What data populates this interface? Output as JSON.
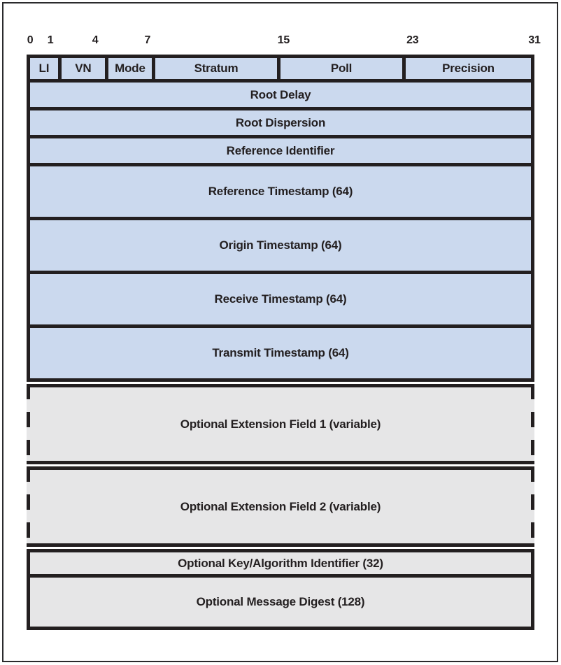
{
  "figure": {
    "colors": {
      "ink": "#231f20",
      "required_fill": "#cbd9ee",
      "optional_fill": "#e6e6e7",
      "background": "#ffffff"
    },
    "bit_ruler": [
      {
        "text": "0",
        "pct": 0.7
      },
      {
        "text": "1",
        "pct": 4.7
      },
      {
        "text": "4",
        "pct": 13.5
      },
      {
        "text": "7",
        "pct": 23.8
      },
      {
        "text": "15",
        "pct": 50.6
      },
      {
        "text": "23",
        "pct": 76.0
      },
      {
        "text": "31",
        "pct": 100.0
      }
    ],
    "header_fields": [
      {
        "label": "LI",
        "bits": 2
      },
      {
        "label": "VN",
        "bits": 3
      },
      {
        "label": "Mode",
        "bits": 3
      },
      {
        "label": "Stratum",
        "bits": 8
      },
      {
        "label": "Poll",
        "bits": 8
      },
      {
        "label": "Precision",
        "bits": 8
      }
    ],
    "rows": [
      {
        "label": "Root Delay",
        "size": "word",
        "optional": false,
        "dashed": false,
        "gap_before": false
      },
      {
        "label": "Root Dispersion",
        "size": "word",
        "optional": false,
        "dashed": false,
        "gap_before": false
      },
      {
        "label": "Reference Identifier",
        "size": "word",
        "optional": false,
        "dashed": false,
        "gap_before": false
      },
      {
        "label": "Reference Timestamp (64)",
        "size": "dword",
        "optional": false,
        "dashed": false,
        "gap_before": false
      },
      {
        "label": "Origin Timestamp (64)",
        "size": "dword",
        "optional": false,
        "dashed": false,
        "gap_before": false
      },
      {
        "label": "Receive Timestamp (64)",
        "size": "dword",
        "optional": false,
        "dashed": false,
        "gap_before": false
      },
      {
        "label": "Transmit Timestamp (64)",
        "size": "dword",
        "optional": false,
        "dashed": false,
        "gap_before": false
      },
      {
        "label": "Optional Extension Field 1 (variable)",
        "size": "variable",
        "optional": true,
        "dashed": true,
        "gap_before": true
      },
      {
        "label": "Optional Extension Field 2 (variable)",
        "size": "variable",
        "optional": true,
        "dashed": true,
        "gap_before": true
      },
      {
        "label": "Optional Key/Algorithm Identifier (32)",
        "size": "word_small",
        "optional": true,
        "dashed": false,
        "gap_before": true
      },
      {
        "label": "Optional Message Digest (128)",
        "size": "qword",
        "optional": true,
        "dashed": false,
        "gap_before": false
      }
    ]
  }
}
